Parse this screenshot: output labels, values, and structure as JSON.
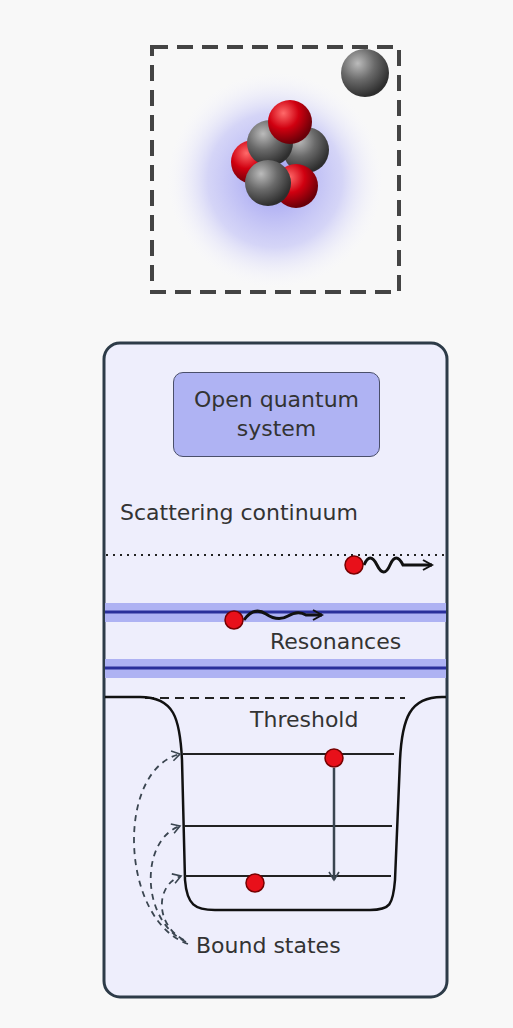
{
  "diagram": {
    "nodes": [
      {
        "text": [
          "Open quantum system"
        ]
      }
    ],
    "labels": [
      "Scattering continuum",
      "Resonances",
      "Threshold",
      "Bound states"
    ]
  }
}
